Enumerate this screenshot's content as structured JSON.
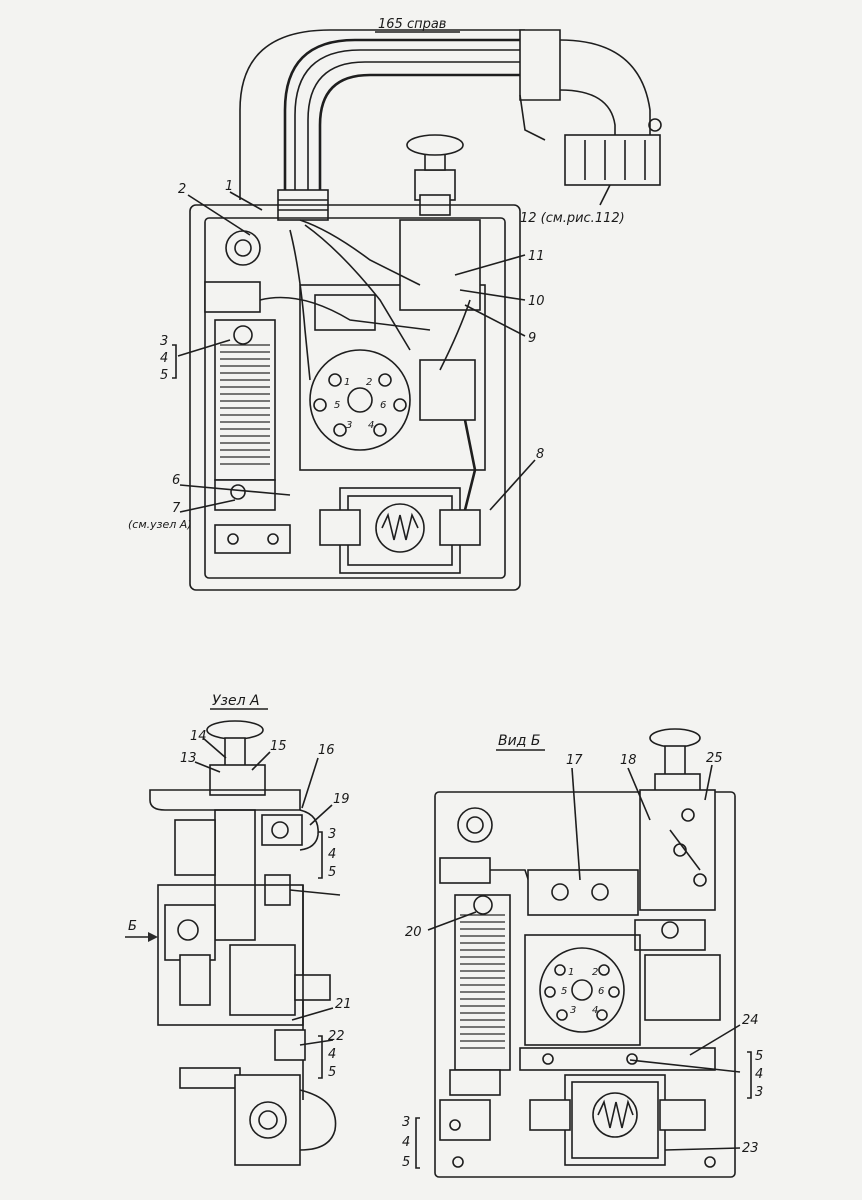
{
  "diagram": {
    "top_view": {
      "cable_label": "165 справ",
      "callouts": [
        "1",
        "2",
        "3",
        "4",
        "5",
        "6",
        "7",
        "8",
        "9",
        "10",
        "11",
        "12 (см.рис.112)"
      ],
      "ref_note": "(см.узел А)",
      "socket_numbers": [
        "1",
        "2",
        "3",
        "4",
        "5",
        "6"
      ]
    },
    "detail_a": {
      "title": "Узел  А",
      "arrow_label": "Б",
      "callouts": [
        "13",
        "14",
        "15",
        "16",
        "19",
        "3",
        "4",
        "5",
        "21",
        "22",
        "4",
        "5"
      ]
    },
    "view_b": {
      "title": "Вид Б",
      "callouts": [
        "17",
        "18",
        "25",
        "20",
        "24",
        "5",
        "4",
        "3",
        "23",
        "3",
        "4",
        "5"
      ],
      "socket_numbers": [
        "1",
        "2",
        "3",
        "4",
        "5",
        "6"
      ]
    }
  }
}
